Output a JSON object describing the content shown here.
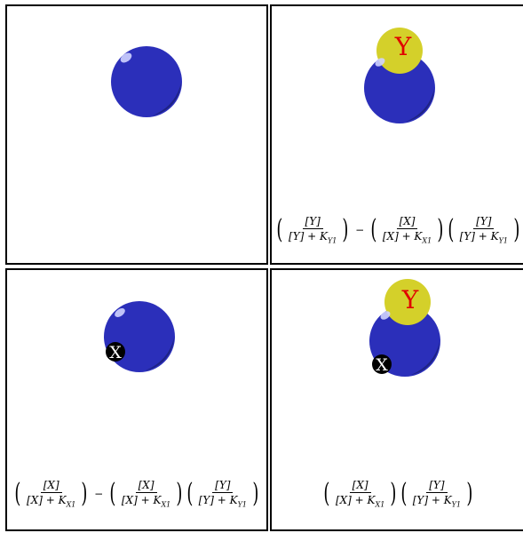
{
  "labels": {
    "y": "Y",
    "x": "X"
  },
  "terms": {
    "y_frac_num": "[Y]",
    "y_frac_den_a": "[Y] + K",
    "y_frac_den_sub": "Y1",
    "x_frac_num": "[X]",
    "x_frac_den_a": "[X] + K",
    "x_frac_den_sub": "X1",
    "minus": "−"
  },
  "colors": {
    "protein": "#2b2fba",
    "protein_shadow": "#1e2385",
    "ligand_y": "#d4d02a",
    "ligand_y_text": "#e00000",
    "ligand_x": "#000000",
    "ligand_x_text": "#ffffff"
  },
  "panels": [
    {
      "id": "apo",
      "has_y": false,
      "has_x": false
    },
    {
      "id": "y_bound",
      "has_y": true,
      "has_x": false
    },
    {
      "id": "x_bound",
      "has_y": false,
      "has_x": true
    },
    {
      "id": "xy_bound",
      "has_y": true,
      "has_x": true
    }
  ]
}
